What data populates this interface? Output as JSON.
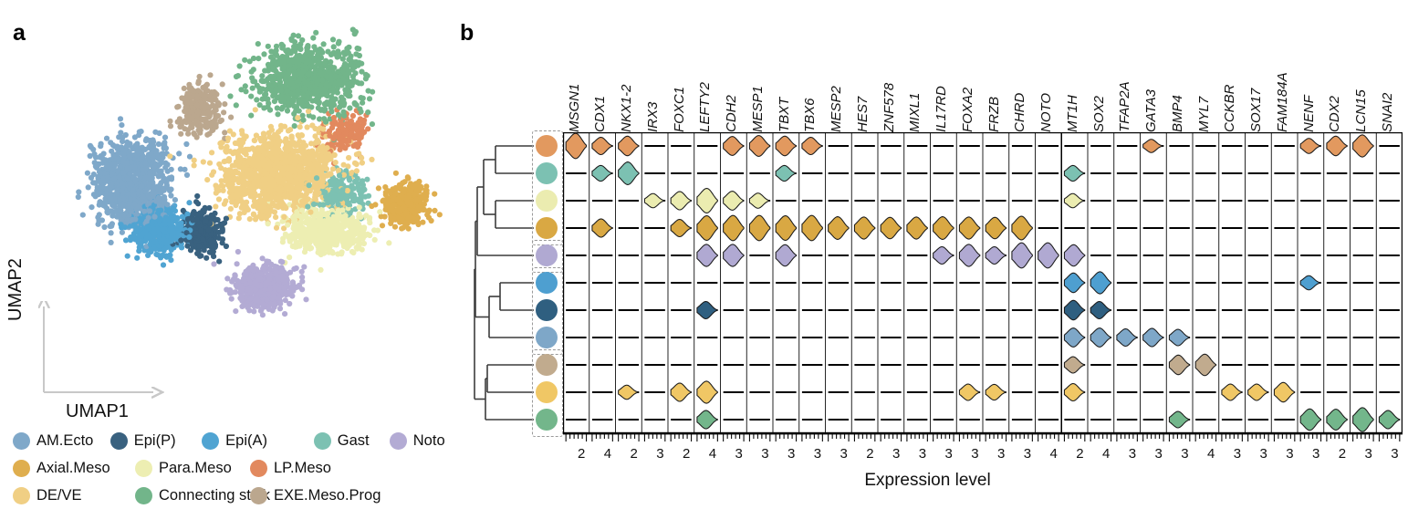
{
  "panels": {
    "a_letter": "a",
    "b_letter": "b"
  },
  "panel_a": {
    "xlabel": "UMAP1",
    "ylabel": "UMAP2",
    "legend": [
      [
        {
          "label": "AM.Ecto",
          "color": "#7fa8c9"
        },
        {
          "label": "Epi(P)",
          "color": "#39617f"
        },
        {
          "label": "Epi(A)",
          "color": "#50a4d2"
        },
        {
          "label": "Gast",
          "color": "#7cc1b2"
        },
        {
          "label": "Noto",
          "color": "#b3abd4"
        }
      ],
      [
        {
          "label": "Axial.Meso",
          "color": "#dfae4e"
        },
        {
          "label": "Para.Meso",
          "color": "#edeeb2"
        },
        {
          "label": "LP.Meso",
          "color": "#e2895e"
        },
        {
          "label": "",
          "color": ""
        },
        {
          "label": "",
          "color": ""
        }
      ],
      [
        {
          "label": "DE/VE",
          "color": "#f0cf84"
        },
        {
          "label": "Connecting stalk",
          "color": "#72b58a"
        },
        {
          "label": "EXE.Meso.Prog",
          "color": "#bba78e"
        },
        {
          "label": "",
          "color": ""
        },
        {
          "label": "",
          "color": ""
        }
      ]
    ]
  },
  "chart_data": {
    "type": "violin",
    "title": "",
    "xlabel": "Expression level",
    "ylabel": "",
    "grid": true,
    "legend_position": "none",
    "genes": [
      "MSGN1",
      "CDX1",
      "NKX1-2",
      "IRX3",
      "FOXC1",
      "LEFTY2",
      "CDH2",
      "MESP1",
      "TBXT",
      "TBX6",
      "MESP2",
      "HES7",
      "ZNF578",
      "MIXL1",
      "IL17RD",
      "FOXA2",
      "FRZB",
      "CHRD",
      "NOTO",
      "MT1H",
      "SOX2",
      "TFAP2A",
      "GATA3",
      "BMP4",
      "MYL7",
      "CCKBR",
      "SOX17",
      "FAM184A",
      "NENF",
      "CDX2",
      "LCN15",
      "SNAI2"
    ],
    "axis_max_ticks": [
      2,
      4,
      2,
      3,
      2,
      4,
      3,
      3,
      3,
      3,
      3,
      2,
      3,
      3,
      3,
      3,
      3,
      3,
      4,
      2,
      4,
      3,
      3,
      3,
      4,
      3,
      3,
      3,
      3,
      2,
      3,
      3
    ],
    "rows": [
      {
        "cell_type": "LP.Meso",
        "color": "#e2995f",
        "values": [
          0.8,
          0.55,
          0.62,
          0,
          0,
          0,
          0.6,
          0.66,
          0.62,
          0.55,
          0,
          0,
          0,
          0,
          0,
          0,
          0,
          0,
          0,
          0,
          0,
          0,
          0.42,
          0,
          0,
          0,
          0,
          0,
          0.48,
          0.62,
          0.7,
          0
        ]
      },
      {
        "cell_type": "Gast",
        "color": "#7cc1b2",
        "values": [
          0,
          0.5,
          0.72,
          0,
          0,
          0,
          0,
          0,
          0.5,
          0,
          0,
          0,
          0,
          0,
          0,
          0,
          0,
          0,
          0,
          0.5,
          0,
          0,
          0,
          0,
          0,
          0,
          0,
          0,
          0,
          0,
          0,
          0
        ]
      },
      {
        "cell_type": "Para.Meso",
        "color": "#ebecb0",
        "values": [
          0,
          0,
          0,
          0.45,
          0.58,
          0.78,
          0.6,
          0.48,
          0,
          0,
          0,
          0,
          0,
          0,
          0,
          0,
          0,
          0,
          0,
          0.45,
          0,
          0,
          0,
          0,
          0,
          0,
          0,
          0,
          0,
          0,
          0,
          0
        ]
      },
      {
        "cell_type": "Axial.Meso",
        "color": "#d9a843",
        "values": [
          0,
          0.58,
          0,
          0,
          0.55,
          0.78,
          0.8,
          0.8,
          0.78,
          0.8,
          0.72,
          0.7,
          0.68,
          0.7,
          0.72,
          0.7,
          0.68,
          0.75,
          0,
          0,
          0,
          0,
          0,
          0,
          0,
          0,
          0,
          0,
          0,
          0,
          0,
          0
        ]
      },
      {
        "cell_type": "Noto",
        "color": "#b0a9d2",
        "values": [
          0,
          0,
          0,
          0,
          0,
          0.7,
          0.7,
          0,
          0.68,
          0,
          0,
          0,
          0,
          0,
          0.55,
          0.7,
          0.55,
          0.8,
          0.8,
          0.68,
          0,
          0,
          0,
          0,
          0,
          0,
          0,
          0,
          0,
          0,
          0,
          0
        ]
      },
      {
        "cell_type": "Epi(A)",
        "color": "#4e9fd0",
        "values": [
          0,
          0,
          0,
          0,
          0,
          0,
          0,
          0,
          0,
          0,
          0,
          0,
          0,
          0,
          0,
          0,
          0,
          0,
          0,
          0.62,
          0.7,
          0,
          0,
          0,
          0,
          0,
          0,
          0,
          0.45,
          0,
          0,
          0
        ]
      },
      {
        "cell_type": "Epi(P)",
        "color": "#2f5f80",
        "values": [
          0,
          0,
          0,
          0,
          0,
          0.55,
          0,
          0,
          0,
          0,
          0,
          0,
          0,
          0,
          0,
          0,
          0,
          0,
          0,
          0.62,
          0.55,
          0,
          0,
          0,
          0,
          0,
          0,
          0,
          0,
          0,
          0,
          0
        ]
      },
      {
        "cell_type": "AM.Ecto",
        "color": "#7ea7c8",
        "values": [
          0,
          0,
          0,
          0,
          0,
          0,
          0,
          0,
          0,
          0,
          0,
          0,
          0,
          0,
          0,
          0,
          0,
          0,
          0,
          0.6,
          0.6,
          0.55,
          0.58,
          0.52,
          0,
          0,
          0,
          0,
          0,
          0,
          0,
          0
        ]
      },
      {
        "cell_type": "EXE.Meso.Prog",
        "color": "#c1ab8e",
        "values": [
          0,
          0,
          0,
          0,
          0,
          0,
          0,
          0,
          0,
          0,
          0,
          0,
          0,
          0,
          0,
          0,
          0,
          0,
          0,
          0.52,
          0,
          0,
          0,
          0.62,
          0.68,
          0,
          0,
          0,
          0,
          0,
          0,
          0
        ]
      },
      {
        "cell_type": "DE/VE",
        "color": "#f0c765",
        "values": [
          0,
          0,
          0.45,
          0,
          0.58,
          0.7,
          0,
          0,
          0,
          0,
          0,
          0,
          0,
          0,
          0,
          0.52,
          0.5,
          0,
          0,
          0.55,
          0,
          0,
          0,
          0,
          0,
          0.52,
          0.52,
          0.62,
          0,
          0,
          0,
          0
        ]
      },
      {
        "cell_type": "Connecting stalk",
        "color": "#73b68b",
        "values": [
          0,
          0,
          0,
          0,
          0,
          0.58,
          0,
          0,
          0,
          0,
          0,
          0,
          0,
          0,
          0,
          0,
          0,
          0,
          0,
          0,
          0,
          0,
          0,
          0.52,
          0,
          0,
          0,
          0,
          0.68,
          0.66,
          0.76,
          0.58
        ]
      }
    ],
    "row_groups": [
      {
        "start": 0,
        "end": 3
      },
      {
        "start": 4,
        "end": 4
      },
      {
        "start": 5,
        "end": 7
      },
      {
        "start": 8,
        "end": 10
      }
    ],
    "dendrogram": {
      "description": "hierarchical clustering of 11 cell types, left of row dots"
    }
  }
}
